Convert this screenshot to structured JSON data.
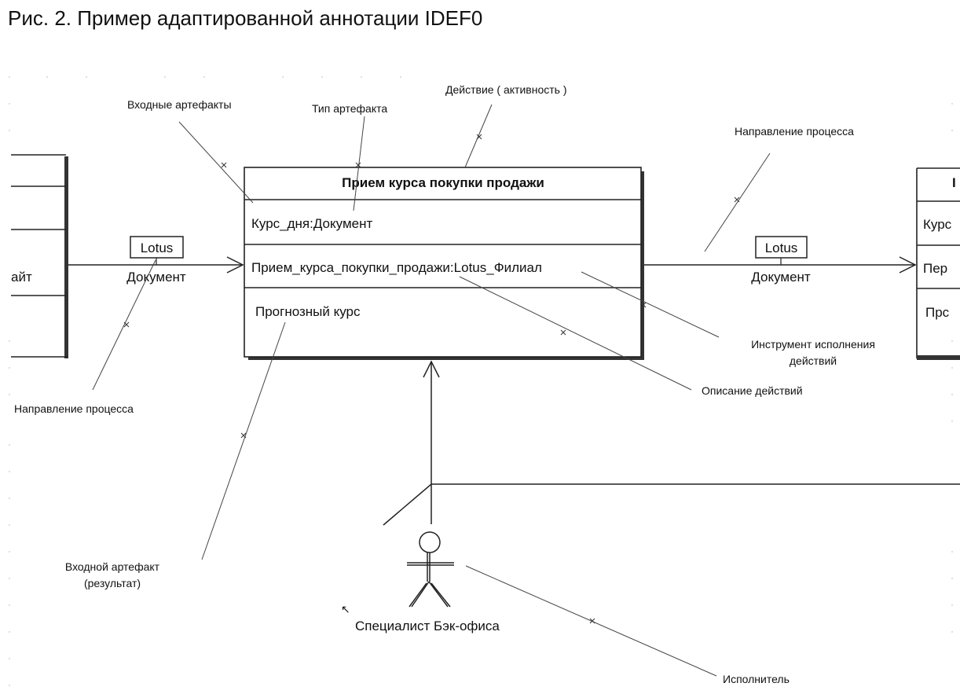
{
  "caption": "Рис. 2. Пример адаптированной аннотации IDEF0",
  "activity": {
    "title": "Прием курса покупки продажи",
    "rows": [
      "Курс_дня:Документ",
      "Прием_курса_покупки_продажи:Lotus_Филиал",
      "Прогнозный курс"
    ]
  },
  "left_box": {
    "fragment": "айт"
  },
  "right_box": {
    "title_fragment": "I",
    "rows": [
      "Курс",
      "Пер",
      "Прс"
    ]
  },
  "flow_left": {
    "tag": "Lotus",
    "label": "Документ"
  },
  "flow_right": {
    "tag": "Lotus",
    "label": "Документ"
  },
  "actor": {
    "name": "Специалист Бэк-офиса"
  },
  "annotations": {
    "input_artifacts": "Входные артефакты",
    "artifact_type": "Тип артефакта",
    "action": "Действие ( активность )",
    "direction_top": "Направление процесса",
    "direction_left": "Направление процесса",
    "tool_line1": "Инструмент исполнения",
    "tool_line2": "действий",
    "description": "Описание действий",
    "output_line1": "Входной артефакт",
    "output_line2": "(результат)",
    "performer": "Исполнитель"
  }
}
